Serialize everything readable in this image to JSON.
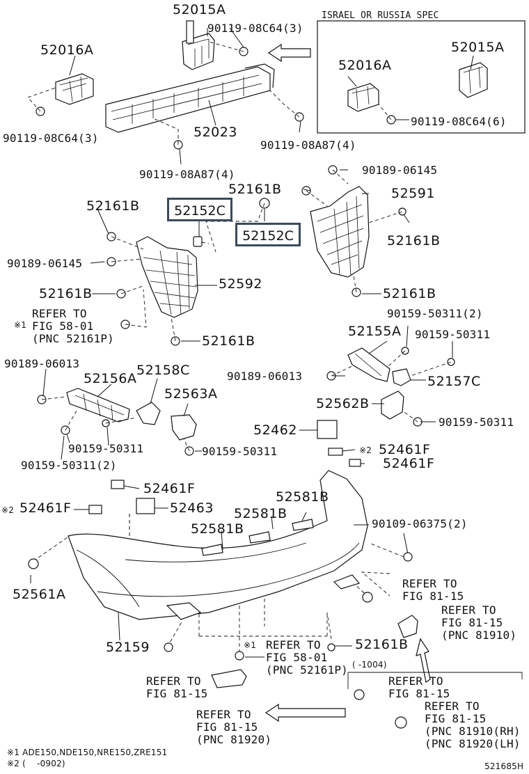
{
  "inset_title": "ISRAEL OR RUSSIA SPEC",
  "footnotes": {
    "note1": "※1 ADE150,NDE150,NRE150,ZRE151",
    "note2": "※2 (    -0902)"
  },
  "diagram_id": "521685H",
  "highlighted": {
    "upper_left": "52152C",
    "upper_right": "52152C"
  },
  "labels": {
    "p52015A_top": "52015A",
    "p90119_08C64_3_top": "90119-08C64(3)",
    "p52016A_left": "52016A",
    "p90119_08C64_3_left": "90119-08C64(3)",
    "p52023": "52023",
    "p90119_08A87_4_r": "90119-08A87(4)",
    "p90119_08A87_4_b": "90119-08A87(4)",
    "inset_52016A": "52016A",
    "inset_52015A": "52015A",
    "inset_90119_08C64_6": "90119-08C64(6)",
    "p90189_06145_r": "90189-06145",
    "p52161B_1": "52161B",
    "p52591": "52591",
    "p52161B_2": "52161B",
    "p52161B_3": "52161B",
    "p90189_06145_l": "90189-06145",
    "p52161B_4": "52161B",
    "p52592": "52592",
    "refer_58_01_left": "REFER TO\nFIG 58-01\n(PNC 52161P)",
    "refer_58_01_left_mark": "※1",
    "p52161B_5": "52161B",
    "p52161B_6": "52161B",
    "p90159_50311_2_top": "90159-50311(2)",
    "p52155A": "52155A",
    "p90159_50311_top": "90159-50311",
    "p90189_06013_l": "90189-06013",
    "p52156A": "52156A",
    "p52158C": "52158C",
    "p90189_06013_r": "90189-06013",
    "p52157C": "52157C",
    "p52563A": "52563A",
    "p52562B": "52562B",
    "p90159_50311_r": "90159-50311",
    "p90159_50311_m": "90159-50311",
    "p90159_50311_c": "90159-50311",
    "p90159_50311_2_l": "90159-50311(2)",
    "p52462": "52462",
    "p52461F_a": "52461F",
    "p52461F_a_mark": "※2",
    "p52461F_b": "52461F",
    "p52461F_c": "52461F",
    "p52463": "52463",
    "p52461F_d": "52461F",
    "p52461F_d_mark": "※2",
    "p52581B_a": "52581B",
    "p52581B_b": "52581B",
    "p52581B_c": "52581B",
    "p90109_06375_2": "90109-06375(2)",
    "p52561A": "52561A",
    "refer_81_15_a": "REFER TO\nFIG 81-15",
    "refer_81_15_81910": "REFER TO\nFIG 81-15\n(PNC 81910)",
    "p52159": "52159",
    "refer_58_01_bottom": "REFER TO\nFIG 58-01\n(PNC 52161P)",
    "refer_58_01_bottom_mark": "※1",
    "p52161B_7": "52161B",
    "range_1004": "(    -1004)",
    "refer_81_15_b": "REFER TO\nFIG 81-15",
    "refer_81_15_c": "REFER TO\nFIG 81-15",
    "refer_81_15_81920": "REFER TO\nFIG 81-15\n(PNC 81920)",
    "refer_81_15_rhlh": "REFER TO\nFIG 81-15\n(PNC 81910(RH)\n(PNC 81920(LH)"
  }
}
